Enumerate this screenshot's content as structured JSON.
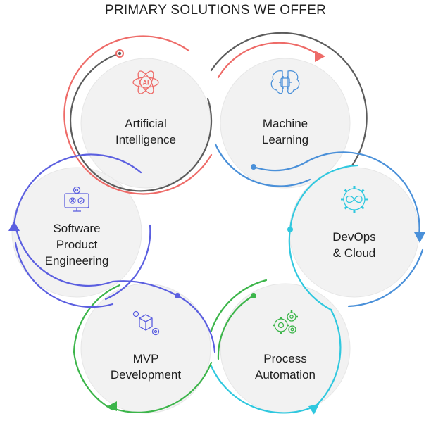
{
  "header": {
    "title": "PRIMARY SOLUTIONS WE OFFER"
  },
  "solutions": [
    {
      "lines": [
        "Artificial",
        "Intelligence"
      ],
      "icon": "ai-atom-icon",
      "color": "#ee6b68"
    },
    {
      "lines": [
        "Machine",
        "Learning"
      ],
      "icon": "brain-chip-icon",
      "color": "#4a90d9"
    },
    {
      "lines": [
        "DevOps",
        "& Cloud"
      ],
      "icon": "infinity-gear-icon",
      "color": "#30c8df"
    },
    {
      "lines": [
        "Process",
        "Automation"
      ],
      "icon": "gears-icon",
      "color": "#3cb54a"
    },
    {
      "lines": [
        "MVP",
        "Development"
      ],
      "icon": "box-bulb-gear-icon",
      "color": "#5b5fe0"
    },
    {
      "lines": [
        "Software",
        "Product",
        "Engineering"
      ],
      "icon": "monitor-gear-icon",
      "color": "#5b5fe0"
    }
  ],
  "colors": {
    "red": "#ee6b68",
    "blue": "#4a90d9",
    "cyan": "#30c8df",
    "green": "#3cb54a",
    "violet": "#5b5fe0",
    "gray": "#5c5c5c",
    "card": "#f2f2f2"
  }
}
